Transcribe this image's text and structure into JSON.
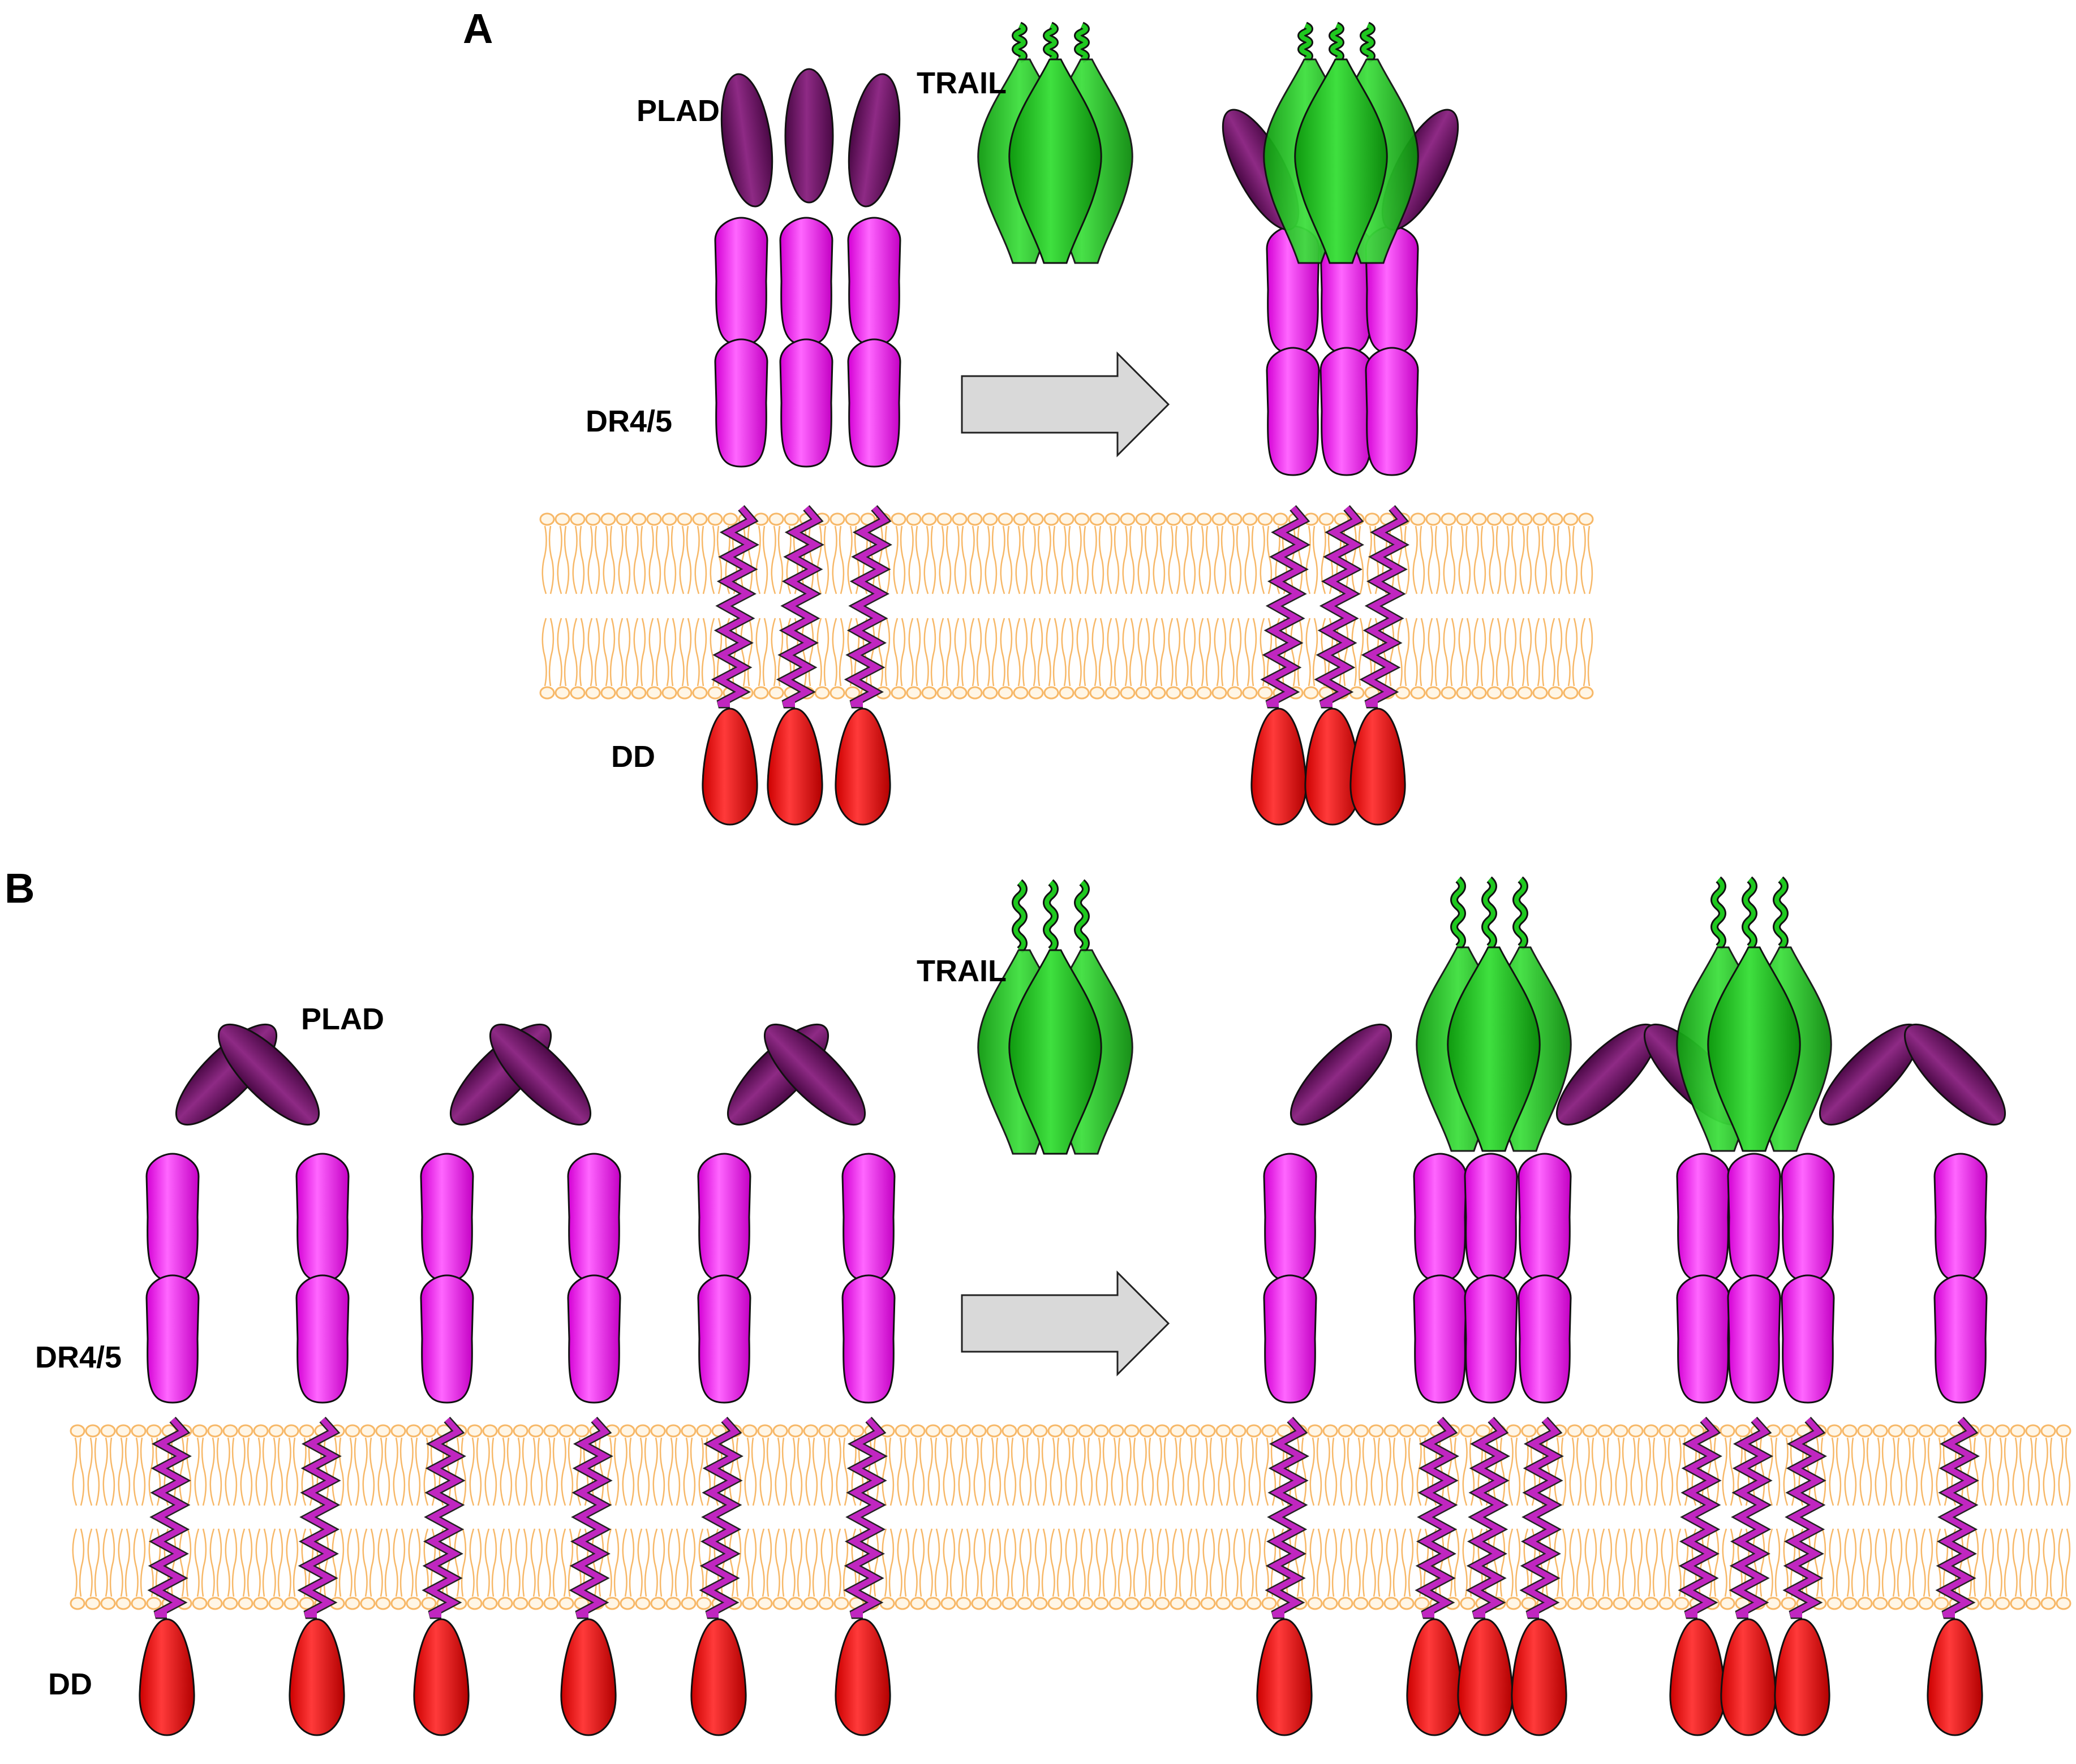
{
  "panels": {
    "a": {
      "label": "A"
    },
    "b": {
      "label": "B"
    }
  },
  "labels": {
    "plad": "PLAD",
    "trail": "TRAIL",
    "receptor": "DR4/5",
    "death_domain": "DD"
  },
  "colors": {
    "plad": "#6d0f63",
    "crd": "#ff1aff",
    "transmembrane": "#c026c0",
    "death_domain": "#ff0000",
    "trail": "#1fc81f",
    "membrane": "#f7b868",
    "arrow": "#d9d9d9"
  }
}
